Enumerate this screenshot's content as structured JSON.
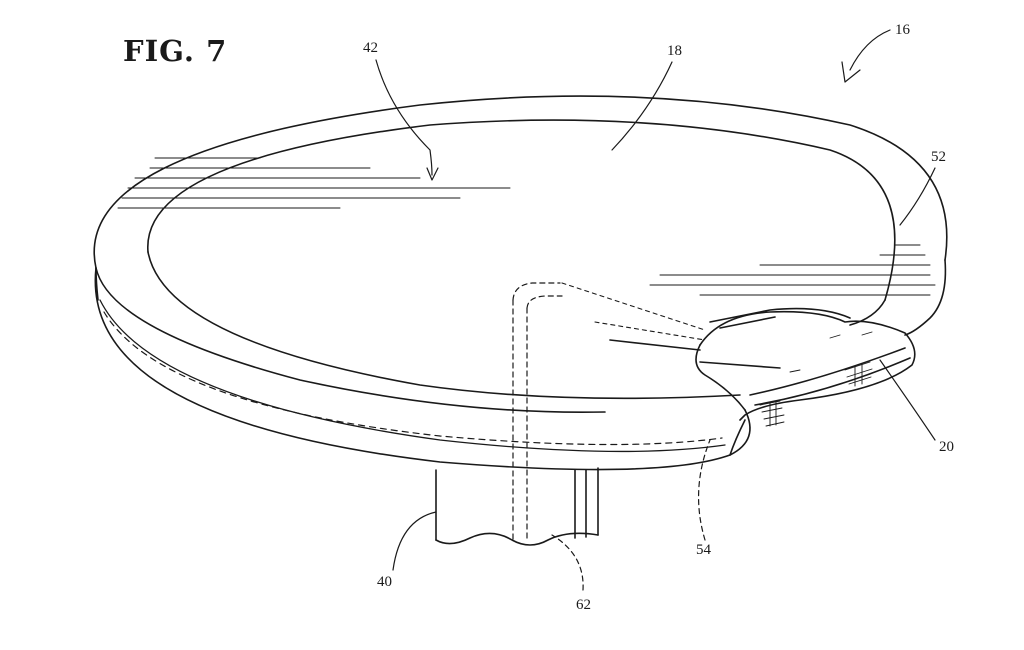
{
  "figure": {
    "title": "FIG. 7",
    "reference_numerals": {
      "assembly": "16",
      "top_surface": "18",
      "center_label": "42",
      "rim": "52",
      "edge_band": "20",
      "dashed_channel": "54",
      "stem": "40",
      "inner_conduit": "62"
    }
  }
}
